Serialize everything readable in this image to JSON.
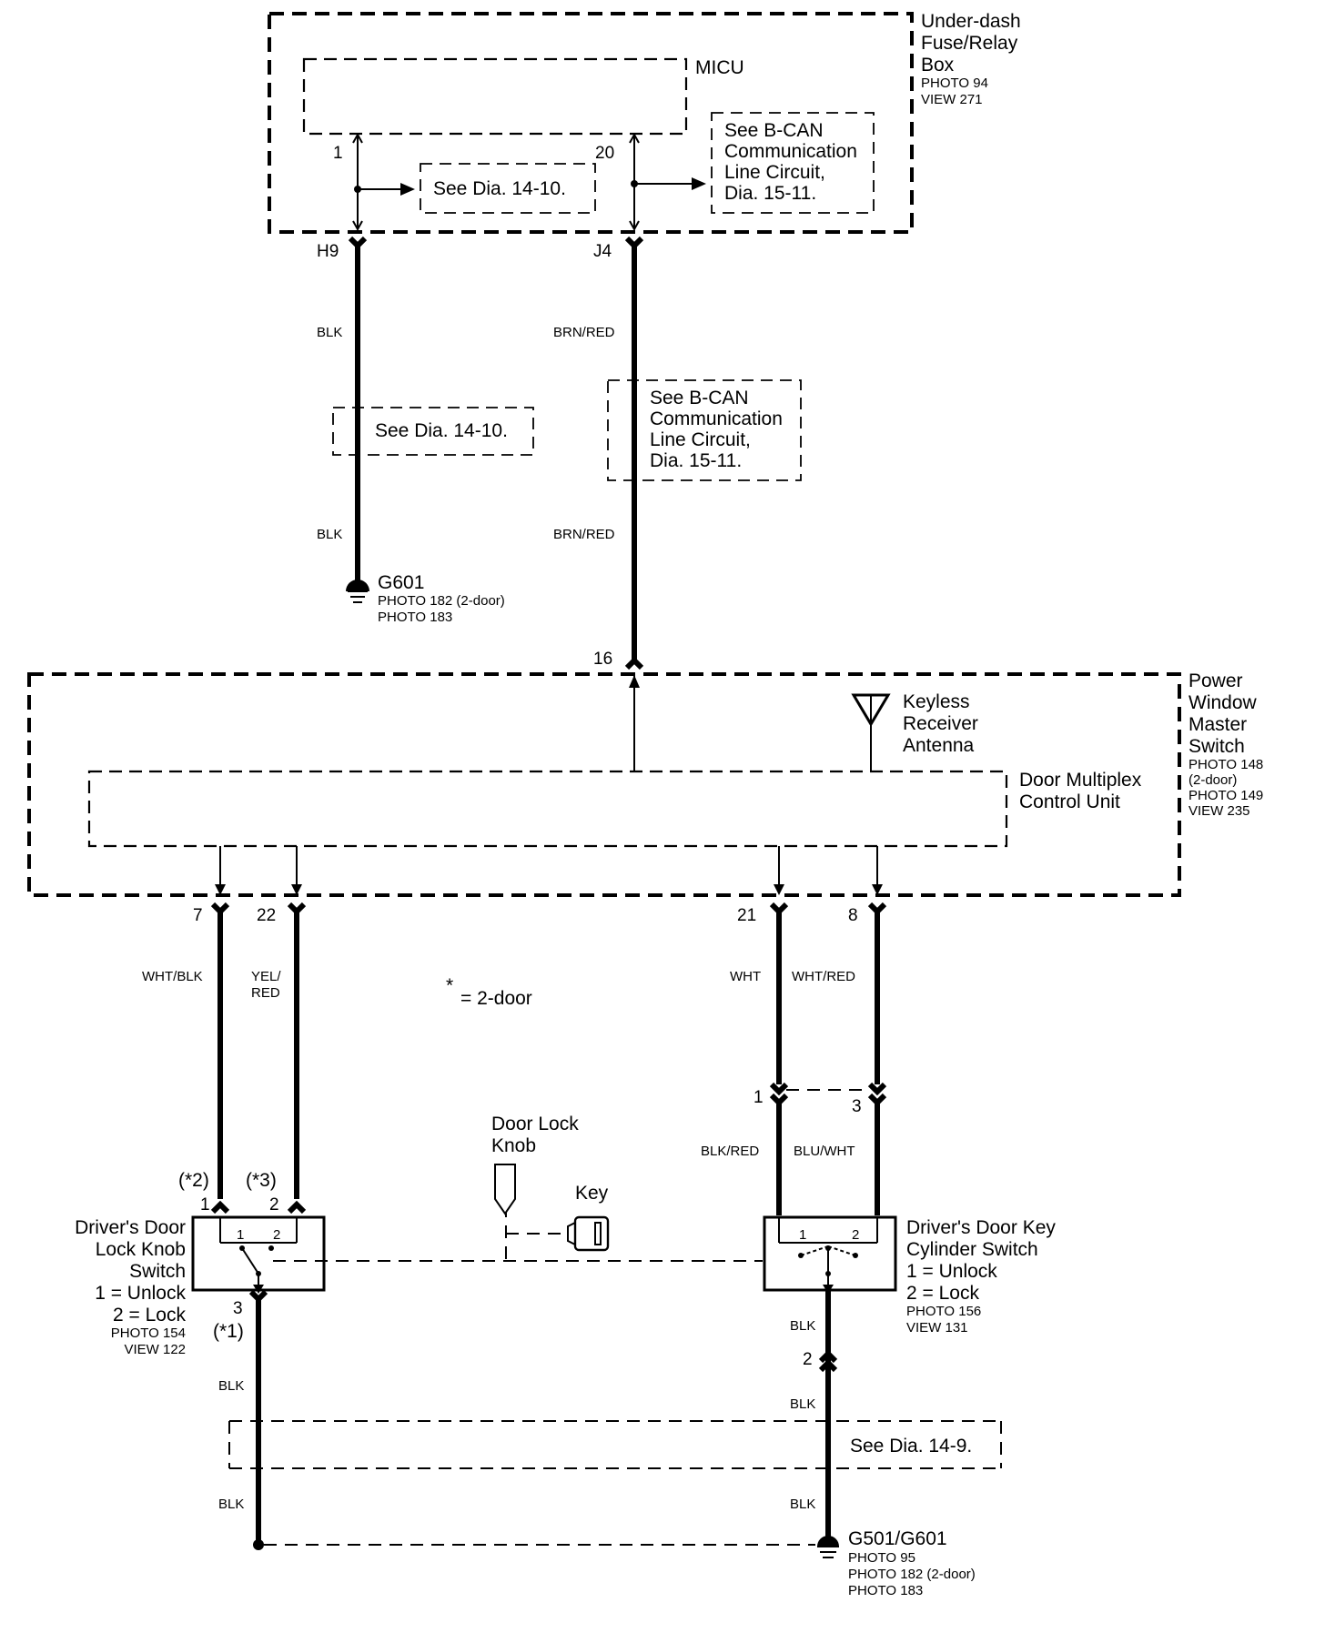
{
  "under_dash": {
    "title_1": "Under-dash",
    "title_2": "Fuse/Relay",
    "title_3": "Box",
    "photo": "PHOTO 94",
    "view": "VIEW 271",
    "micu": "MICU",
    "pin_1": "1",
    "pin_20": "20",
    "ref_dia_14_10": "See Dia. 14-10.",
    "bcan_ref": [
      "See B-CAN",
      "Communication",
      "Line Circuit,",
      "Dia. 15-11."
    ]
  },
  "connectors": {
    "h9": "H9",
    "j4": "J4",
    "pin_16": "16"
  },
  "wires": {
    "blk": "BLK",
    "brn_red": "BRN/RED",
    "wht_blk": "WHT/BLK",
    "yel_red_1": "YEL/",
    "yel_red_2": "RED",
    "wht": "WHT",
    "wht_red": "WHT/RED",
    "blk_red": "BLK/RED",
    "blu_wht": "BLU/WHT"
  },
  "mid_refs": {
    "dia_14_10": "See Dia. 14-10.",
    "bcan": [
      "See B-CAN",
      "Communication",
      "Line Circuit,",
      "Dia. 15-11."
    ]
  },
  "ground_g601": {
    "name": "G601",
    "photo_1": "PHOTO 182 (2-door)",
    "photo_2": "PHOTO 183"
  },
  "power_window": {
    "title": [
      "Power",
      "Window",
      "Master",
      "Switch"
    ],
    "photo_1": "PHOTO 148",
    "note": "(2-door)",
    "photo_2": "PHOTO 149",
    "view": "VIEW 235",
    "antenna": [
      "Keyless",
      "Receiver",
      "Antenna"
    ],
    "dmcu": [
      "Door Multiplex",
      "Control Unit"
    ],
    "pins": {
      "p7": "7",
      "p22": "22",
      "p21": "21",
      "p8": "8"
    }
  },
  "note_2door": {
    "star": "*",
    "text": "= 2-door"
  },
  "lock_knob_switch": {
    "title": [
      "Driver's Door",
      "Lock Knob",
      "Switch"
    ],
    "unlock": "1 = Unlock",
    "lock": "2 = Lock",
    "photo": "PHOTO 154",
    "view": "VIEW 122",
    "note_pin1": "(*2)",
    "note_pin2": "(*3)",
    "note_pin3": "(*1)",
    "pin_1": "1",
    "pin_2": "2",
    "pin_3": "3",
    "inner_1": "1",
    "inner_2": "2"
  },
  "knob": {
    "title": [
      "Door Lock",
      "Knob"
    ],
    "key": "Key"
  },
  "key_cylinder": {
    "title": [
      "Driver's Door Key",
      "Cylinder Switch"
    ],
    "unlock": "1 = Unlock",
    "lock": "2 = Lock",
    "photo": "PHOTO 156",
    "view": "VIEW 131",
    "pin_1": "1",
    "pin_3": "3",
    "pin_2": "2",
    "inner_1": "1",
    "inner_2": "2"
  },
  "bottom_ref": "See Dia. 14-9.",
  "ground_g501": {
    "name": "G501/G601",
    "photo_1": "PHOTO 95",
    "photo_2": "PHOTO 182 (2-door)",
    "photo_3": "PHOTO 183"
  }
}
